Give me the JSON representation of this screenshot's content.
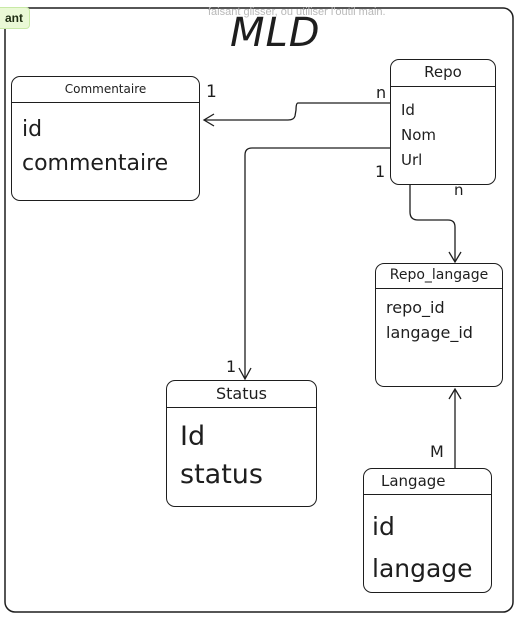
{
  "hint_text": "faisant glisser, ou utiliser l'outil main.",
  "badge_text": "ant",
  "diagram_title": "MLD",
  "entities": {
    "commentaire": {
      "title": "Commentaire",
      "fields": [
        "id",
        "commentaire"
      ]
    },
    "repo": {
      "title": "Repo",
      "fields": [
        "Id",
        "Nom",
        "Url"
      ]
    },
    "repo_langage": {
      "title": "Repo_langage",
      "fields": [
        "repo_id",
        "langage_id"
      ]
    },
    "status": {
      "title": "Status",
      "fields": [
        "Id",
        "status"
      ]
    },
    "langage": {
      "title": "Langage",
      "fields": [
        "id",
        "langage"
      ]
    }
  },
  "cardinalities": {
    "commentaire_side": "1",
    "repo_to_commentaire": "n",
    "repo_to_status": "1",
    "repo_to_repo_langage": "n",
    "status_side": "1",
    "langage_to_repo_langage": "M"
  },
  "colors": {
    "stroke": "#1e1e1e",
    "badge_bg": "#eaf9d6",
    "hint": "#b8b8b8"
  }
}
